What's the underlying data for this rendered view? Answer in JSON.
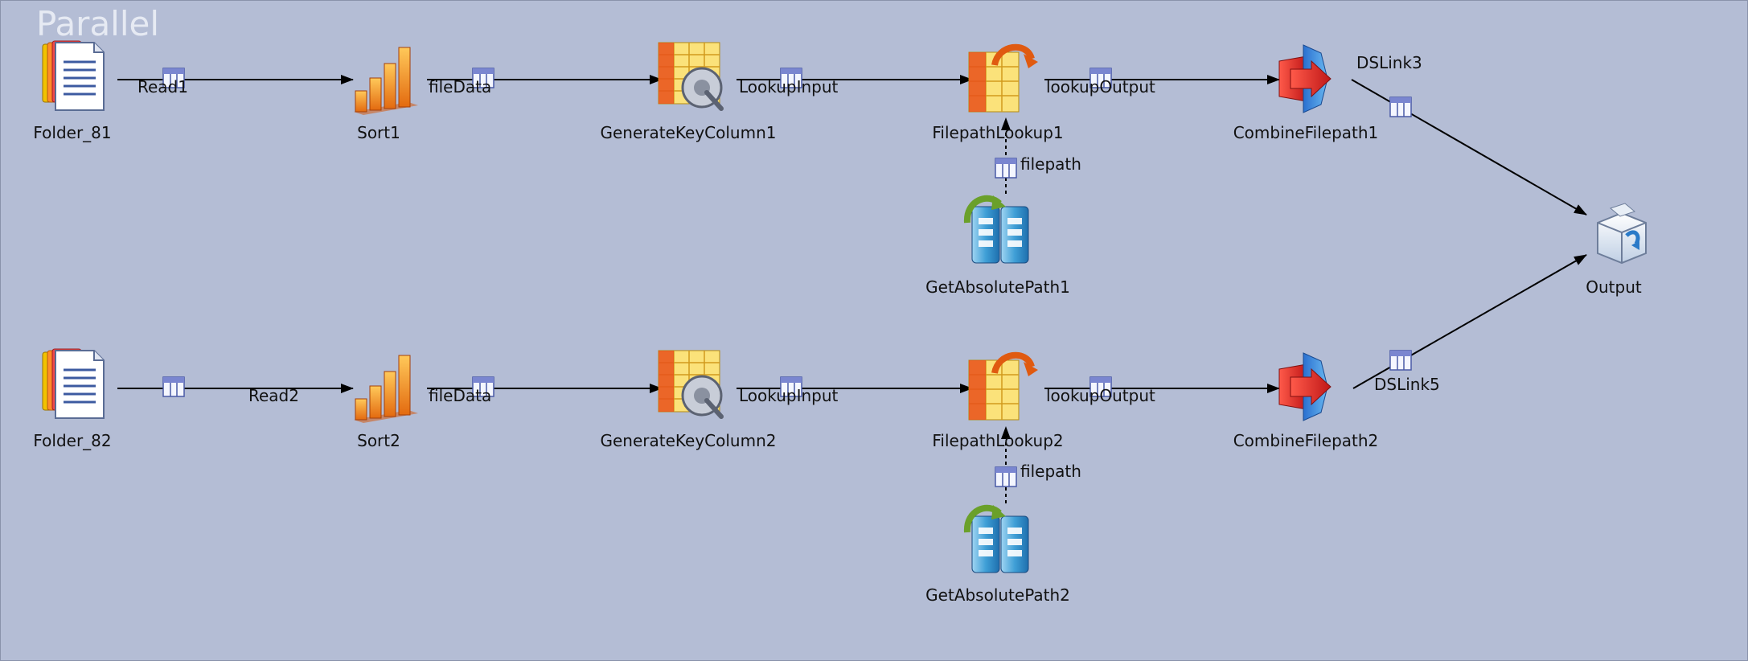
{
  "canvas": {
    "title": "Parallel",
    "background": "#b4bdd5"
  },
  "stages": [
    {
      "id": "Folder_81",
      "label": "Folder_81",
      "icon": "folder-stage-icon"
    },
    {
      "id": "Sort1",
      "label": "Sort1",
      "icon": "sort-stage-icon"
    },
    {
      "id": "GenerateKeyColumn1",
      "label": "GenerateKeyColumn1",
      "icon": "key-generator-stage-icon"
    },
    {
      "id": "FilepathLookup1",
      "label": "FilepathLookup1",
      "icon": "lookup-stage-icon"
    },
    {
      "id": "CombineFilepath1",
      "label": "CombineFilepath1",
      "icon": "funnel-stage-icon"
    },
    {
      "id": "GetAbsolutePath1",
      "label": "GetAbsolutePath1",
      "icon": "dataset-stage-icon"
    },
    {
      "id": "Output",
      "label": "Output",
      "icon": "output-box-icon"
    },
    {
      "id": "Folder_82",
      "label": "Folder_82",
      "icon": "folder-stage-icon"
    },
    {
      "id": "Sort2",
      "label": "Sort2",
      "icon": "sort-stage-icon"
    },
    {
      "id": "GenerateKeyColumn2",
      "label": "GenerateKeyColumn2",
      "icon": "key-generator-stage-icon"
    },
    {
      "id": "FilepathLookup2",
      "label": "FilepathLookup2",
      "icon": "lookup-stage-icon"
    },
    {
      "id": "CombineFilepath2",
      "label": "CombineFilepath2",
      "icon": "funnel-stage-icon"
    },
    {
      "id": "GetAbsolutePath2",
      "label": "GetAbsolutePath2",
      "icon": "dataset-stage-icon"
    }
  ],
  "links": [
    {
      "from": "Folder_81",
      "to": "Sort1",
      "label": "Read1",
      "style": "solid"
    },
    {
      "from": "Sort1",
      "to": "GenerateKeyColumn1",
      "label": "fileData",
      "style": "solid"
    },
    {
      "from": "GenerateKeyColumn1",
      "to": "FilepathLookup1",
      "label": "LookupInput",
      "style": "solid"
    },
    {
      "from": "FilepathLookup1",
      "to": "CombineFilepath1",
      "label": "lookupOutput",
      "style": "solid"
    },
    {
      "from": "GetAbsolutePath1",
      "to": "FilepathLookup1",
      "label": "filepath",
      "style": "dashed"
    },
    {
      "from": "CombineFilepath1",
      "to": "Output",
      "label": "DSLink3",
      "style": "solid"
    },
    {
      "from": "Folder_82",
      "to": "Sort2",
      "label": "Read2",
      "style": "solid"
    },
    {
      "from": "Sort2",
      "to": "GenerateKeyColumn2",
      "label": "fileData",
      "style": "solid"
    },
    {
      "from": "GenerateKeyColumn2",
      "to": "FilepathLookup2",
      "label": "LookupInput",
      "style": "solid"
    },
    {
      "from": "FilepathLookup2",
      "to": "CombineFilepath2",
      "label": "lookupOutput",
      "style": "solid"
    },
    {
      "from": "GetAbsolutePath2",
      "to": "FilepathLookup2",
      "label": "filepath",
      "style": "dashed"
    },
    {
      "from": "CombineFilepath2",
      "to": "Output",
      "label": "DSLink5",
      "style": "solid"
    }
  ]
}
